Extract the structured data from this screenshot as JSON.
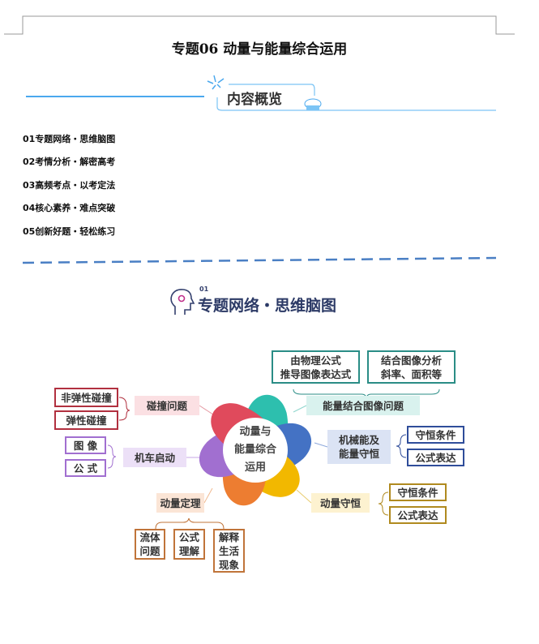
{
  "document": {
    "title": "专题06  动量与能量综合运用",
    "overview_heading": "内容概览",
    "toc": [
      "01专题网络・思维脑图",
      "02考情分析・解密高考",
      "03高频考点・以考定法",
      "04核心素养・难点突破",
      "05创新好题・轻松练习"
    ],
    "section_num": "01",
    "section_title": "专题网络・思维脑图"
  },
  "mindmap": {
    "center": "动量与\n能量综合\n运用",
    "colors": {
      "teal": "#2dbfae",
      "blue": "#4472c4",
      "yellow": "#f2b800",
      "orange": "#ed7d31",
      "purple": "#a16fd0",
      "red": "#e04a5c"
    },
    "energy_graph": {
      "label": "能量结合图像问题",
      "children": [
        "由物理公式\n推导图像表达式",
        "结合图像分析\n斜率、面积等"
      ]
    },
    "mech_energy": {
      "label": "机械能及\n能量守恒",
      "children": [
        "守恒条件",
        "公式表达"
      ]
    },
    "momentum_cons": {
      "label": "动量守恒",
      "children": [
        "守恒条件",
        "公式表达"
      ]
    },
    "momentum_theorem": {
      "label": "动量定理",
      "children": [
        "流体\n问题",
        "公式\n理解",
        "解释\n生活\n现象"
      ]
    },
    "vehicle": {
      "label": "机车启动",
      "children": [
        "图 像",
        "公 式"
      ]
    },
    "collision": {
      "label": "碰撞问题",
      "children": [
        "非弹性碰撞",
        "弹性碰撞"
      ]
    }
  }
}
